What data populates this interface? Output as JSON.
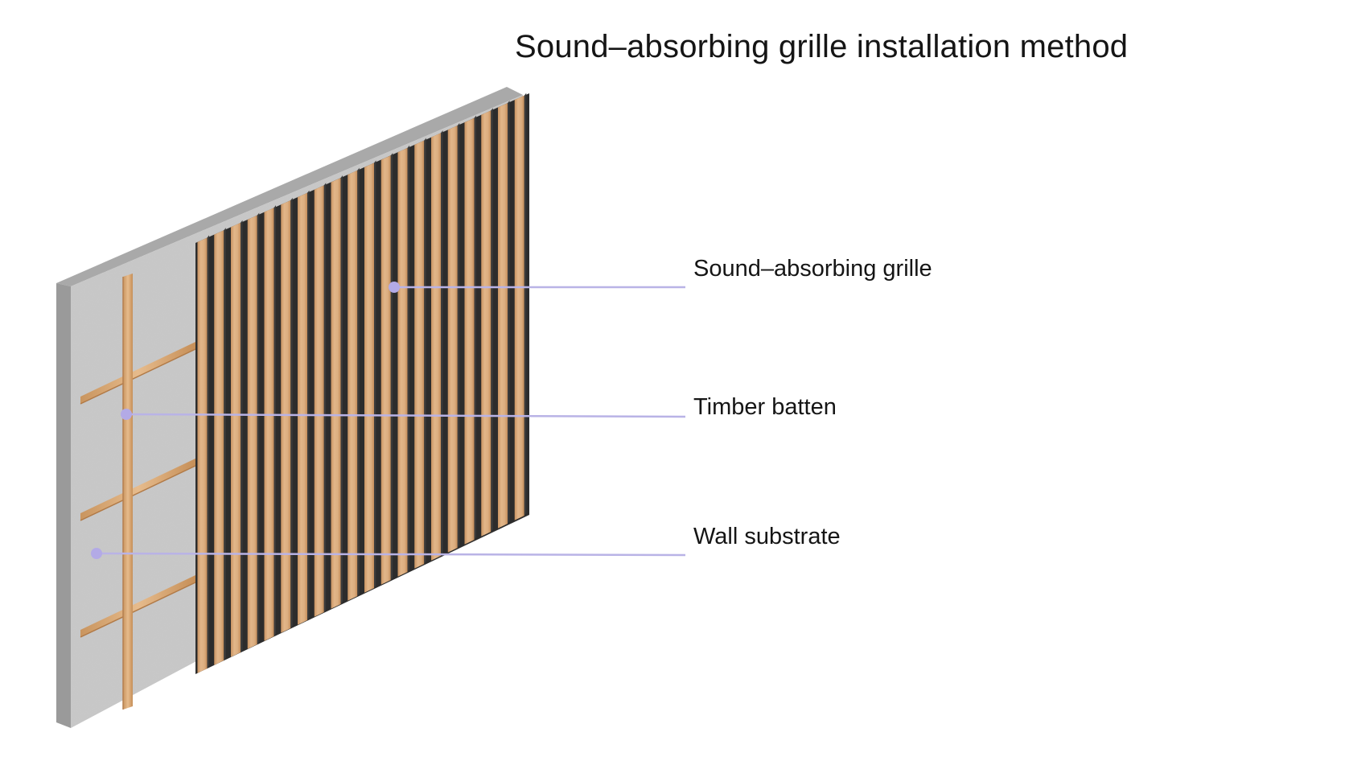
{
  "title": "Sound–absorbing grille installation method",
  "labels": {
    "grille": "Sound–absorbing grille",
    "batten": "Timber batten",
    "wall": "Wall substrate"
  },
  "colors": {
    "leader_line": "#b9b3e6",
    "leader_dot": "#b3aae6",
    "concrete": "#c8c8c8",
    "concrete_top": "#a9a9a9",
    "concrete_side": "#9a9a9a",
    "wood": "#d9a878",
    "felt": "#2c2c2c"
  },
  "components": [
    "wall-substrate",
    "timber-batten",
    "sound-absorbing-grille"
  ]
}
